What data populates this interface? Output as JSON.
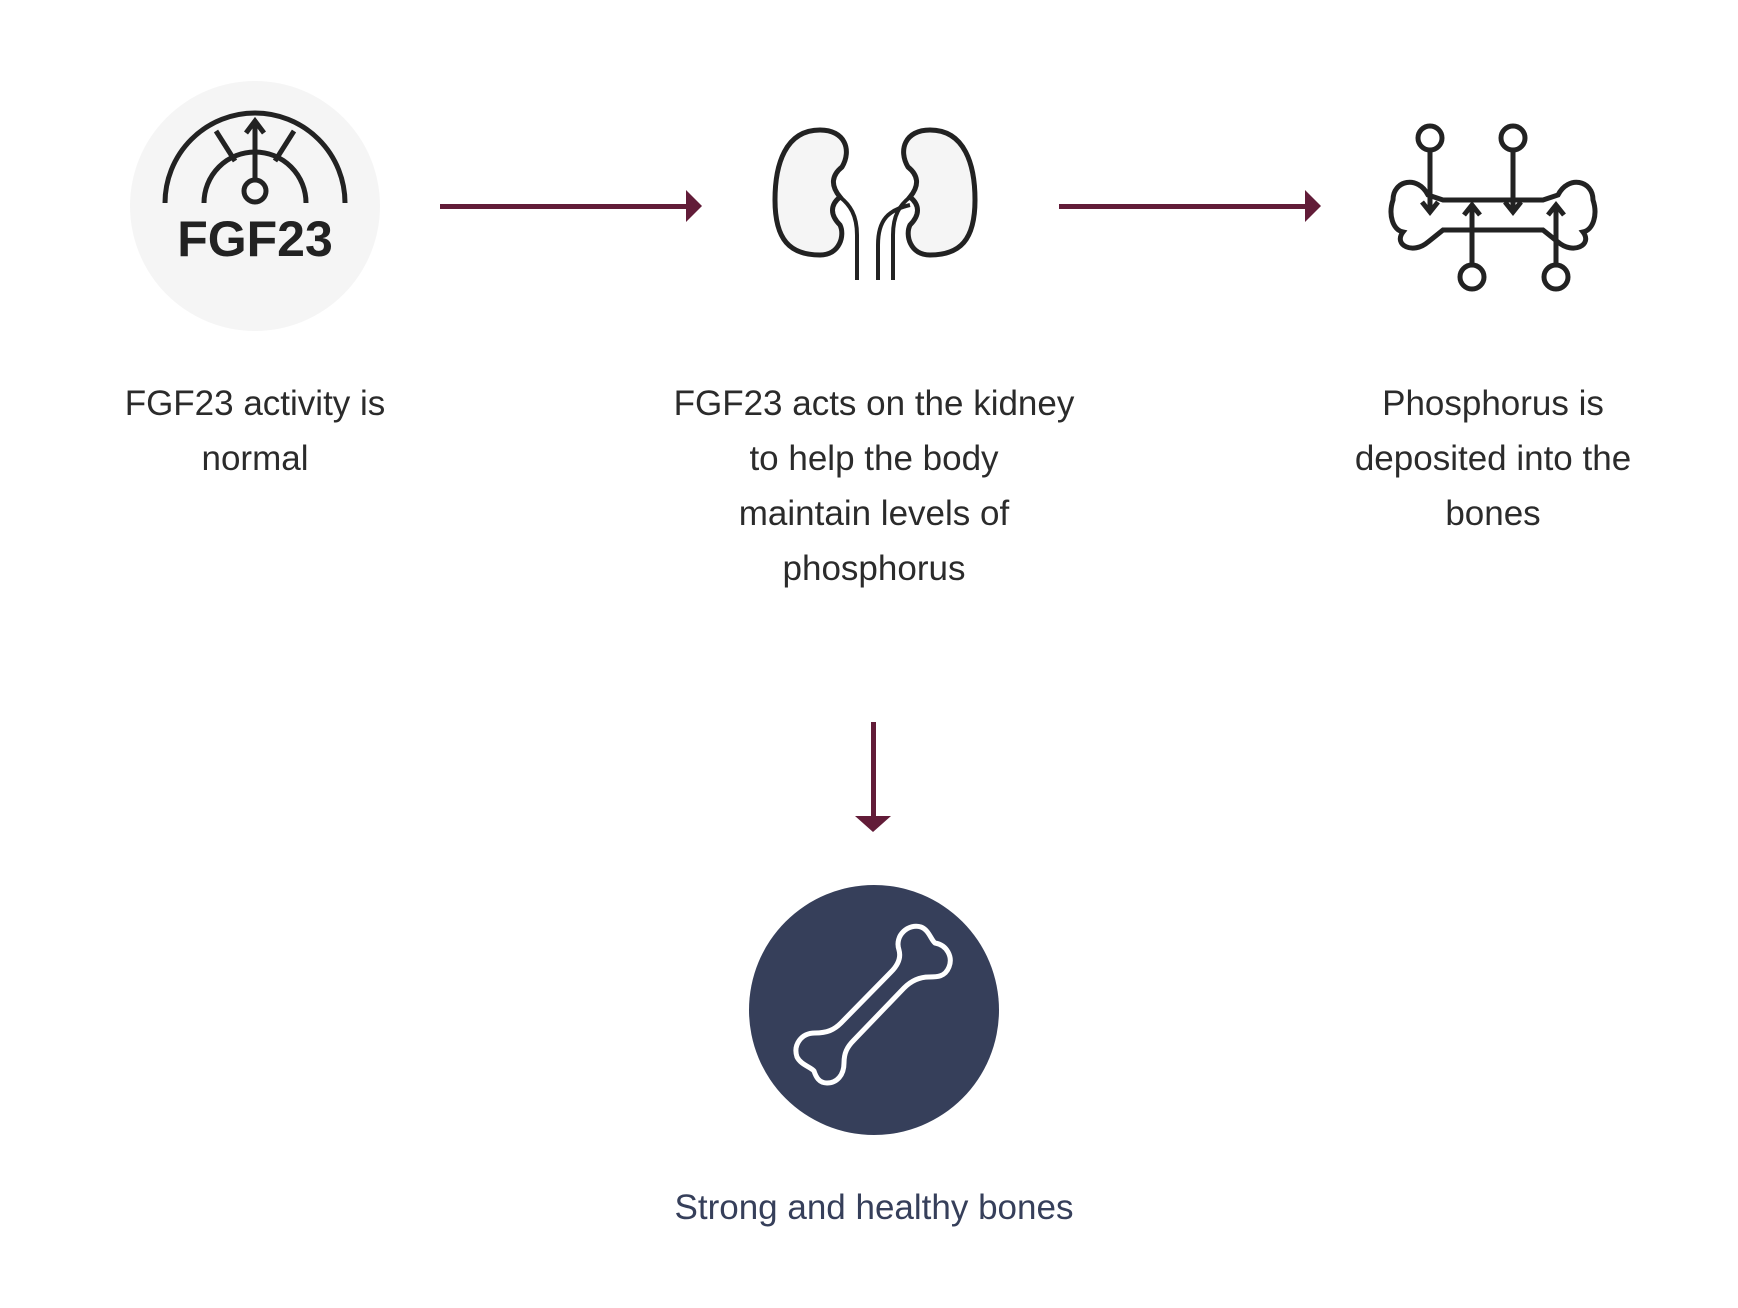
{
  "steps": [
    {
      "icon": "fgf23-gauge-icon",
      "icon_text": "FGF23",
      "caption_lines": [
        "FGF23 activity is",
        "normal"
      ]
    },
    {
      "icon": "kidneys-icon",
      "caption_lines": [
        "FGF23 acts on the kidney",
        "to help the body",
        "maintain levels of",
        "phosphorus"
      ]
    },
    {
      "icon": "bone-phosphorus-icon",
      "caption_lines": [
        "Phosphorus is",
        "deposited into the",
        "bones"
      ]
    }
  ],
  "outcome": {
    "icon": "bone-icon",
    "caption": "Strong and healthy bones"
  },
  "colors": {
    "arrow": "#621c38",
    "outcome_circle": "#363f5a",
    "icon_bg": "#f5f5f5",
    "text": "#2b2b2b"
  }
}
